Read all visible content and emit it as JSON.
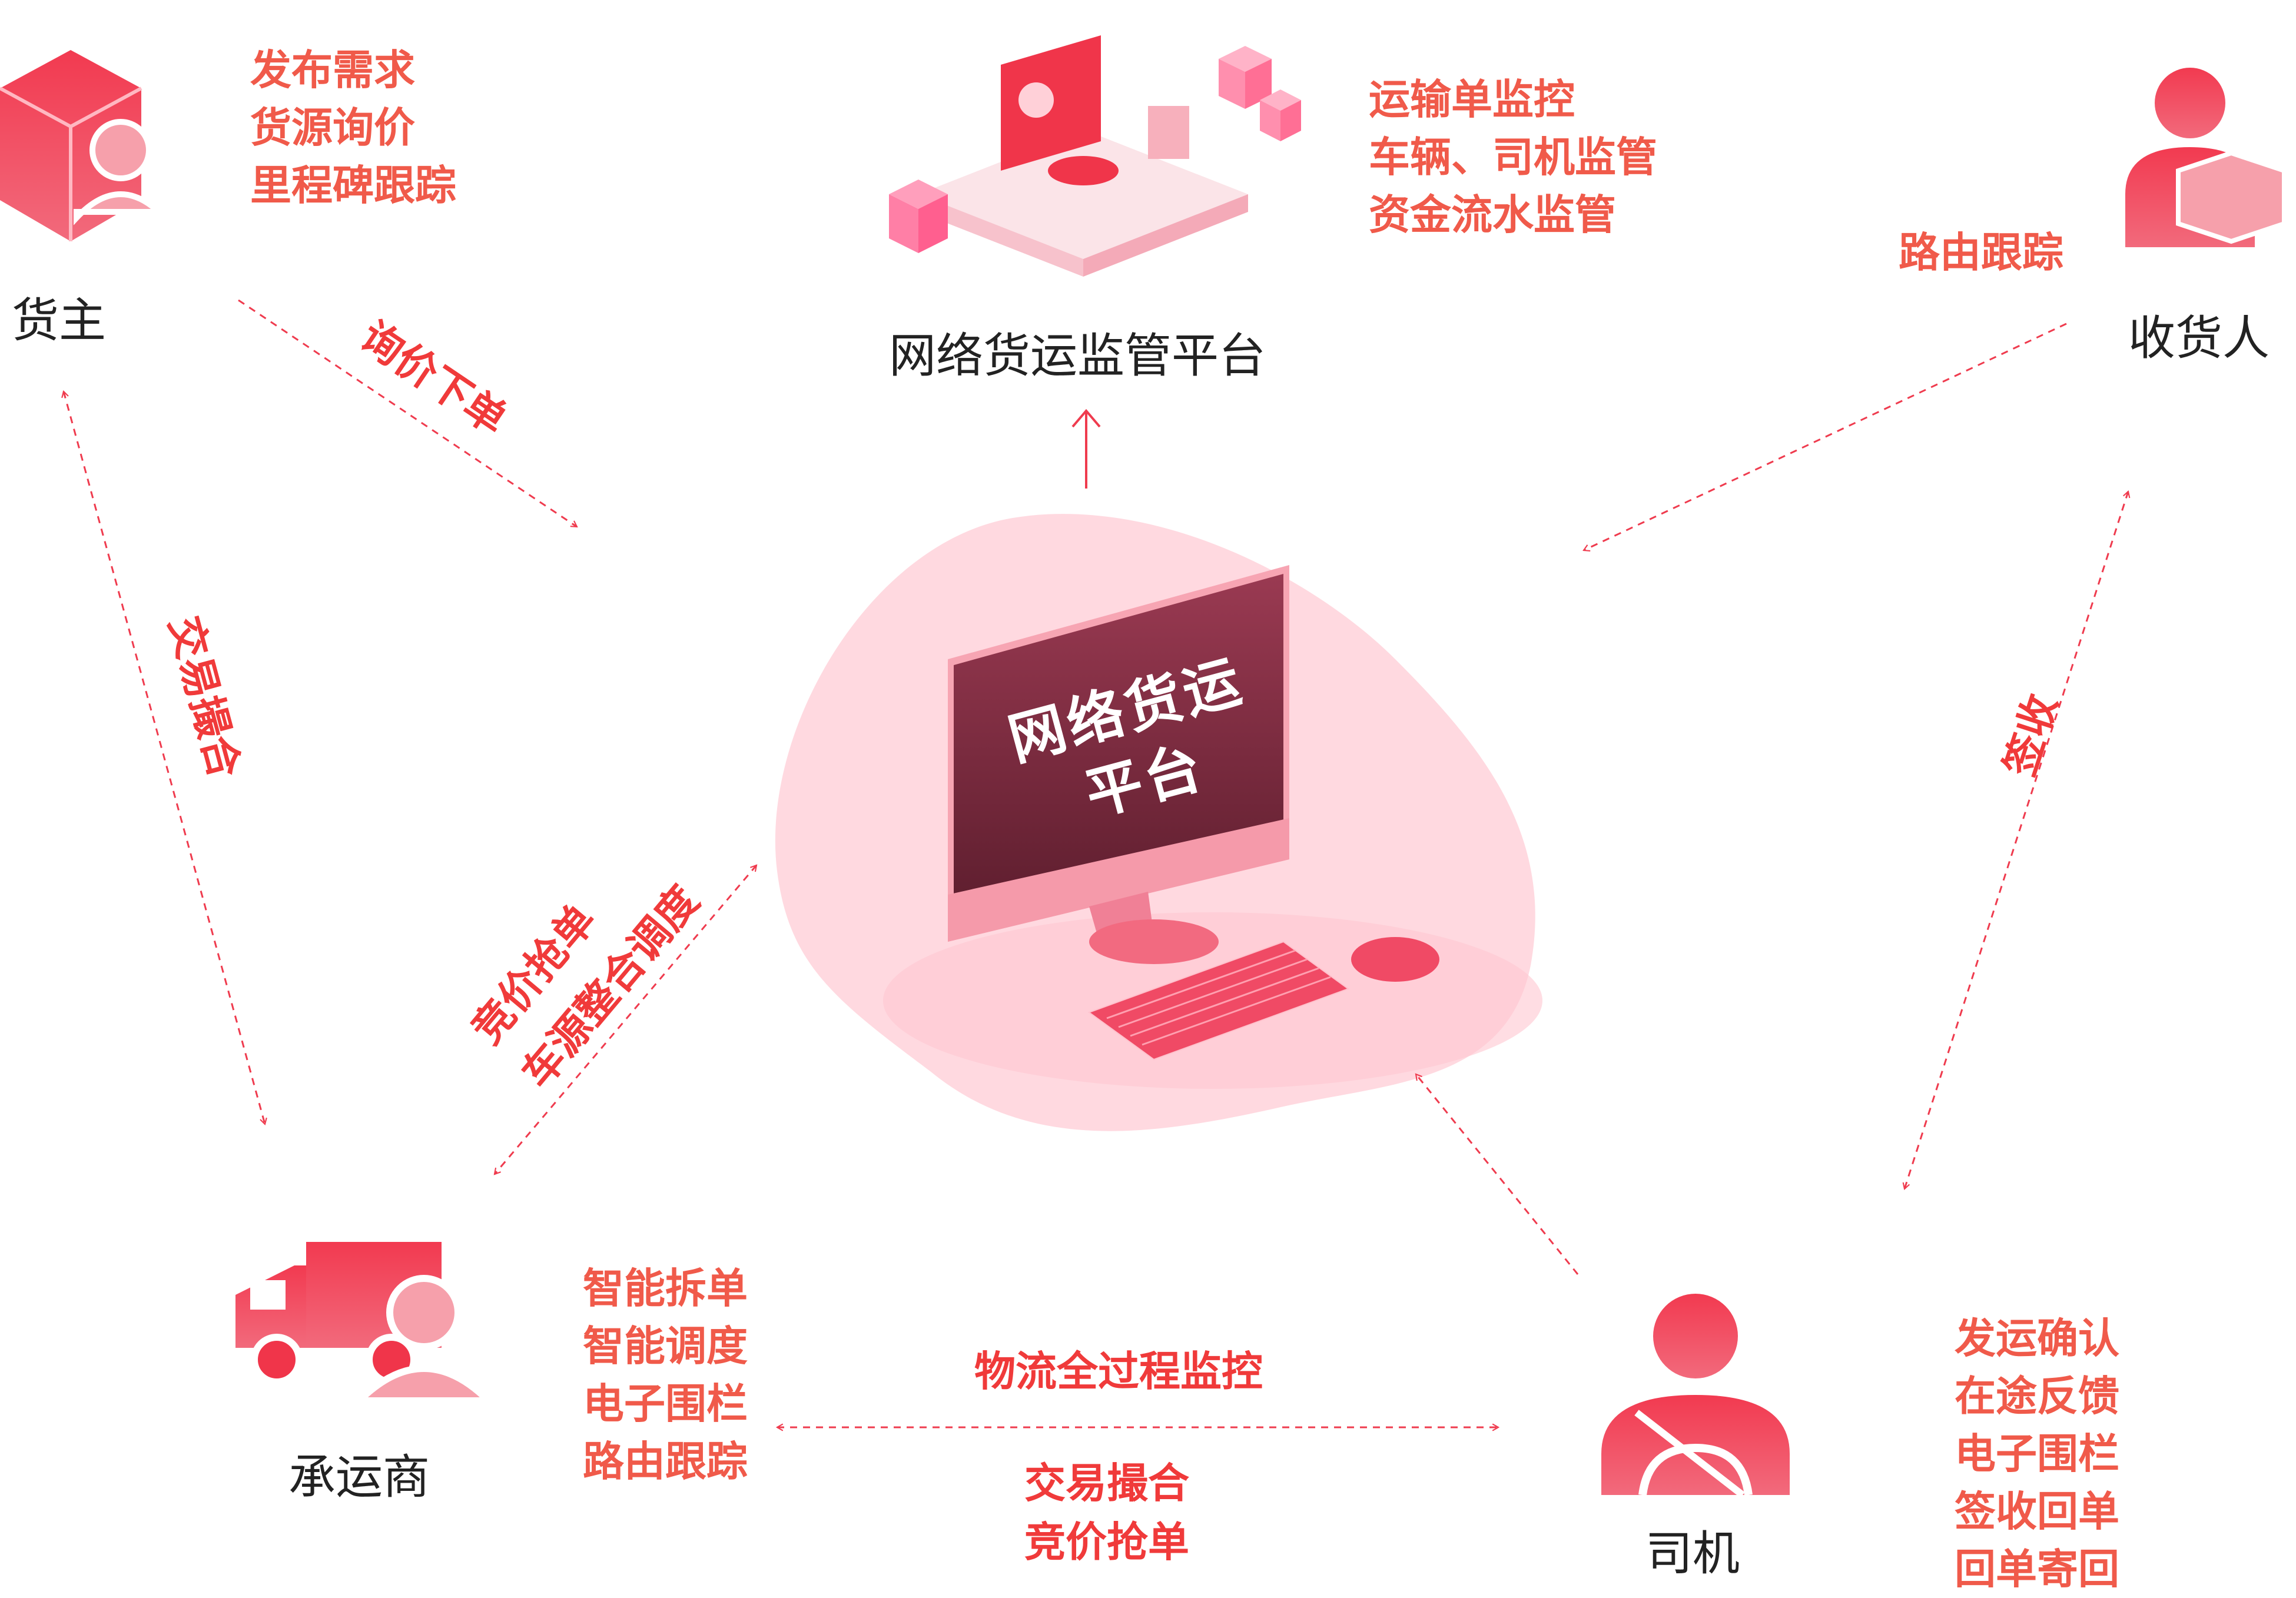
{
  "nodes": {
    "shipper": {
      "label": "货主",
      "tasks": [
        "发布需求",
        "货源询价",
        "里程碑跟踪"
      ]
    },
    "platform_supervision": {
      "label": "网络货运监管平台",
      "tasks": [
        "运输单监控",
        "车辆、司机监管",
        "资金流水监管"
      ]
    },
    "consignee": {
      "label": "收货人",
      "tasks": [
        "路由跟踪"
      ]
    },
    "center": {
      "screen_line1": "网络货运",
      "screen_line2": "平台"
    },
    "carrier": {
      "label": "承运商",
      "tasks": [
        "智能拆单",
        "智能调度",
        "电子围栏",
        "路由跟踪"
      ]
    },
    "driver": {
      "label": "司机",
      "tasks": [
        "发运确认",
        "在途反馈",
        "电子围栏",
        "签收回单",
        "回单寄回"
      ]
    }
  },
  "edges": {
    "shipper_to_platform": "询价下单",
    "shipper_carrier": "交易撮合",
    "carrier_platform_1": "竞价抢单",
    "carrier_platform_2": "车源整合调度",
    "consignee_driver": "签收",
    "carrier_driver_top": "物流全过程监控",
    "carrier_driver_bottom_1": "交易撮合",
    "carrier_driver_bottom_2": "竞价抢单"
  },
  "colors": {
    "accent": "#f0354a",
    "accent_light": "#f6a0ab",
    "blob": "#ffd9e0",
    "text_red": "#f05a4a",
    "text_dark": "#222222"
  }
}
